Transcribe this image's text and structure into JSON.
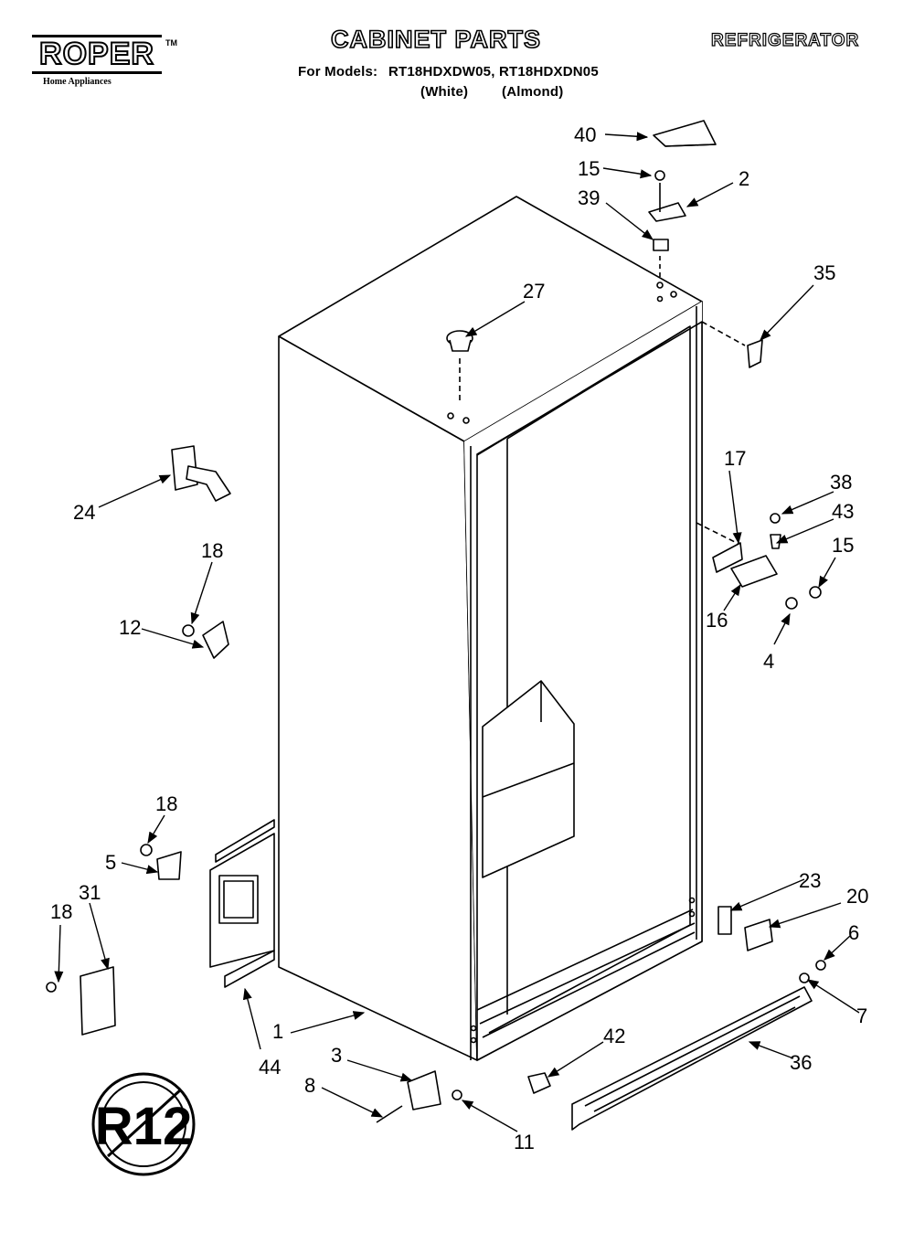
{
  "brand": {
    "logo_text": "ROPER",
    "trademark": "TM",
    "tagline": "Home Appliances"
  },
  "header": {
    "title": "CABINET PARTS",
    "category": "REFRIGERATOR",
    "models_prefix": "For Models:",
    "models": "RT18HDXDW05, RT18HDXDN05",
    "color_white": "(White)",
    "color_almond": "(Almond)"
  },
  "refrigerant_mark": "R12",
  "callouts": [
    {
      "id": "c40",
      "label": "40"
    },
    {
      "id": "c15a",
      "label": "15"
    },
    {
      "id": "c2",
      "label": "2"
    },
    {
      "id": "c39",
      "label": "39"
    },
    {
      "id": "c35",
      "label": "35"
    },
    {
      "id": "c27",
      "label": "27"
    },
    {
      "id": "c24",
      "label": "24"
    },
    {
      "id": "c17",
      "label": "17"
    },
    {
      "id": "c38",
      "label": "38"
    },
    {
      "id": "c43",
      "label": "43"
    },
    {
      "id": "c15b",
      "label": "15"
    },
    {
      "id": "c16",
      "label": "16"
    },
    {
      "id": "c4",
      "label": "4"
    },
    {
      "id": "c18a",
      "label": "18"
    },
    {
      "id": "c12",
      "label": "12"
    },
    {
      "id": "c18b",
      "label": "18"
    },
    {
      "id": "c5",
      "label": "5"
    },
    {
      "id": "c18c",
      "label": "18"
    },
    {
      "id": "c31",
      "label": "31"
    },
    {
      "id": "c23",
      "label": "23"
    },
    {
      "id": "c20",
      "label": "20"
    },
    {
      "id": "c6",
      "label": "6"
    },
    {
      "id": "c7",
      "label": "7"
    },
    {
      "id": "c1",
      "label": "1"
    },
    {
      "id": "c44",
      "label": "44"
    },
    {
      "id": "c3",
      "label": "3"
    },
    {
      "id": "c8",
      "label": "8"
    },
    {
      "id": "c11",
      "label": "11"
    },
    {
      "id": "c42",
      "label": "42"
    },
    {
      "id": "c36",
      "label": "36"
    }
  ]
}
